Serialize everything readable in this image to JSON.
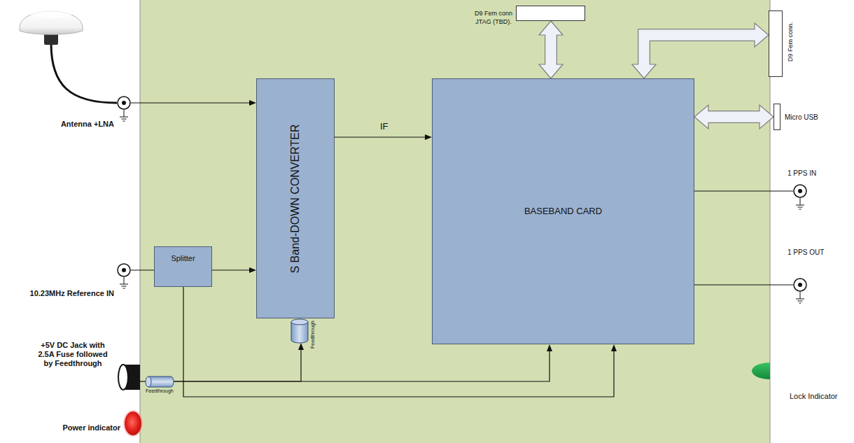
{
  "diagram": {
    "nodes": [
      {
        "text": [
          "Antenna +LNA"
        ]
      },
      {
        "text": [
          "S Band-DOWN CONVERTER"
        ]
      },
      {
        "text": [
          "BASEBAND CARD"
        ]
      },
      {
        "text": [
          "D9 Fem conn JTAG (TBD)."
        ]
      },
      {
        "text": [
          "D9 Fem conn."
        ]
      },
      {
        "text": [
          "Micro USB"
        ]
      },
      {
        "text": [
          "1 PPS IN"
        ]
      },
      {
        "text": [
          "Splitter"
        ]
      },
      {
        "text": [
          "10.23MHz Reference IN"
        ]
      },
      {
        "text": [
          "1 PPS OUT"
        ]
      },
      {
        "text": [
          "Feedthrough"
        ]
      },
      {
        "text": [
          "+5V DC Jack with 2.5A Fuse followed by Feedthrough"
        ]
      },
      {
        "text": [
          "Feedthrough"
        ]
      },
      {
        "text": [
          "Lock Indicator"
        ]
      },
      {
        "text": [
          "Power indicator"
        ]
      }
    ],
    "edges": [
      {
        "from": 0,
        "to": 1,
        "arrow": "to"
      },
      {
        "from": 1,
        "to": 2,
        "label": "IF",
        "arrow": "to"
      },
      {
        "from": 3,
        "to": 2,
        "arrow": "both"
      },
      {
        "from": 2,
        "to": 4,
        "arrow": "both"
      },
      {
        "from": 2,
        "to": 5,
        "arrow": "both"
      },
      {
        "from": 2,
        "to": 6,
        "arrow": "none"
      },
      {
        "from": 2,
        "to": 9,
        "arrow": "none"
      },
      {
        "from": 8,
        "to": 7,
        "arrow": "none"
      },
      {
        "from": 7,
        "to": 1,
        "arrow": "to"
      },
      {
        "from": 7,
        "to": 2,
        "arrow": "to"
      },
      {
        "from": 11,
        "to": 12,
        "arrow": "none"
      },
      {
        "from": 12,
        "to": 10,
        "arrow": "to"
      },
      {
        "from": 12,
        "to": 2,
        "arrow": "to"
      }
    ]
  }
}
